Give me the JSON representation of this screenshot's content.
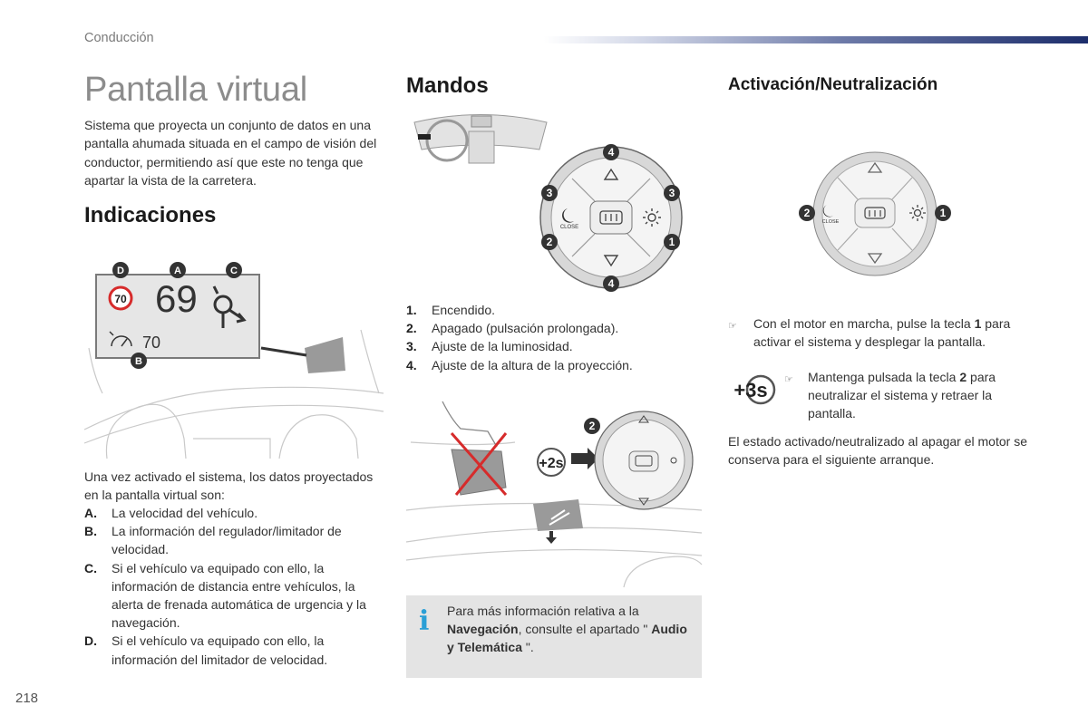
{
  "header": {
    "section": "Conducción"
  },
  "page": {
    "title": "Pantalla virtual",
    "number": "218"
  },
  "intro": "Sistema que proyecta un conjunto de datos en una pantalla ahumada situada en el campo de visión del conductor, permitiendo así que este no tenga que apartar la vista de la carretera.",
  "indicaciones": {
    "heading": "Indicaciones",
    "figure": {
      "speed": "69",
      "limit": "70",
      "cruise": "70",
      "labels": {
        "a": "A",
        "b": "B",
        "c": "C",
        "d": "D"
      }
    },
    "intro": "Una vez activado el sistema, los datos proyectados en la pantalla virtual son:",
    "items": [
      {
        "key": "A.",
        "text": "La velocidad del vehículo."
      },
      {
        "key": "B.",
        "text": "La información del regulador/limitador de velocidad."
      },
      {
        "key": "C.",
        "text": "Si el vehículo va equipado con ello, la información de distancia entre vehículos, la alerta de frenada automática de urgencia y la navegación."
      },
      {
        "key": "D.",
        "text": "Si el vehículo va equipado con ello, la información del limitador de velocidad."
      }
    ]
  },
  "mandos": {
    "heading": "Mandos",
    "control_labels": {
      "one": "1",
      "two": "2",
      "three": "3",
      "four": "4",
      "close": "CLOSE"
    },
    "items": [
      {
        "key": "1.",
        "text": "Encendido."
      },
      {
        "key": "2.",
        "text": "Apagado (pulsación prolongada)."
      },
      {
        "key": "3.",
        "text": "Ajuste de la luminosidad."
      },
      {
        "key": "4.",
        "text": "Ajuste de la altura de la proyección."
      }
    ],
    "press_2s": "+2s"
  },
  "activacion": {
    "heading": "Activación/Neutralización",
    "bullet1": {
      "pre": "Con el motor en marcha, pulse la tecla ",
      "key": "1",
      "post": " para activar el sistema y desplegar la pantalla."
    },
    "bullet2": {
      "pre": "Mantenga pulsada la tecla ",
      "key": "2",
      "post": " para neutralizar el sistema y retraer la pantalla."
    },
    "press_3s": "+3s",
    "note": "El estado activado/neutralizado al apagar el motor se conserva para el siguiente arranque."
  },
  "info": {
    "pre": "Para más información relativa a la ",
    "bold1": "Navegación",
    "mid": ", consulte el apartado \" ",
    "bold2": "Audio y Telemática",
    "post": " \"."
  },
  "colors": {
    "accent_blue": "#1c2d6b",
    "info_icon": "#2a9fd6",
    "speed_sign_red": "#d62b2b"
  }
}
